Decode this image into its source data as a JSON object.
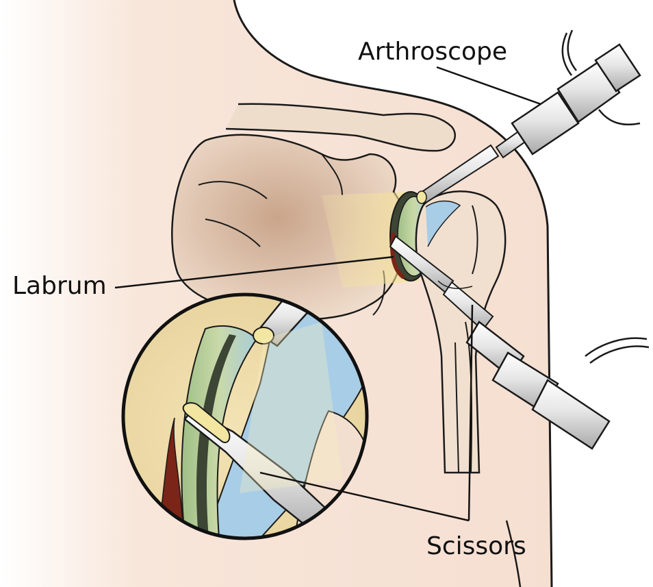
{
  "labels": {
    "arthroscope": "Arthroscope",
    "labrum": "Labrum",
    "scissors": "Scissors"
  },
  "colors": {
    "skin": "#f6e3d6",
    "bone": "#eedbc8",
    "bone_shadow": "#c9a68e",
    "cartilage_blue": "#a8cde6",
    "labrum_green": "#b6cf9a",
    "labrum_dark": "#3d4535",
    "tissue_red": "#7b2418",
    "light_beam": "#f4e4a2",
    "instrument_metal": "#d9d9d9",
    "outline": "#1a1a1a"
  }
}
